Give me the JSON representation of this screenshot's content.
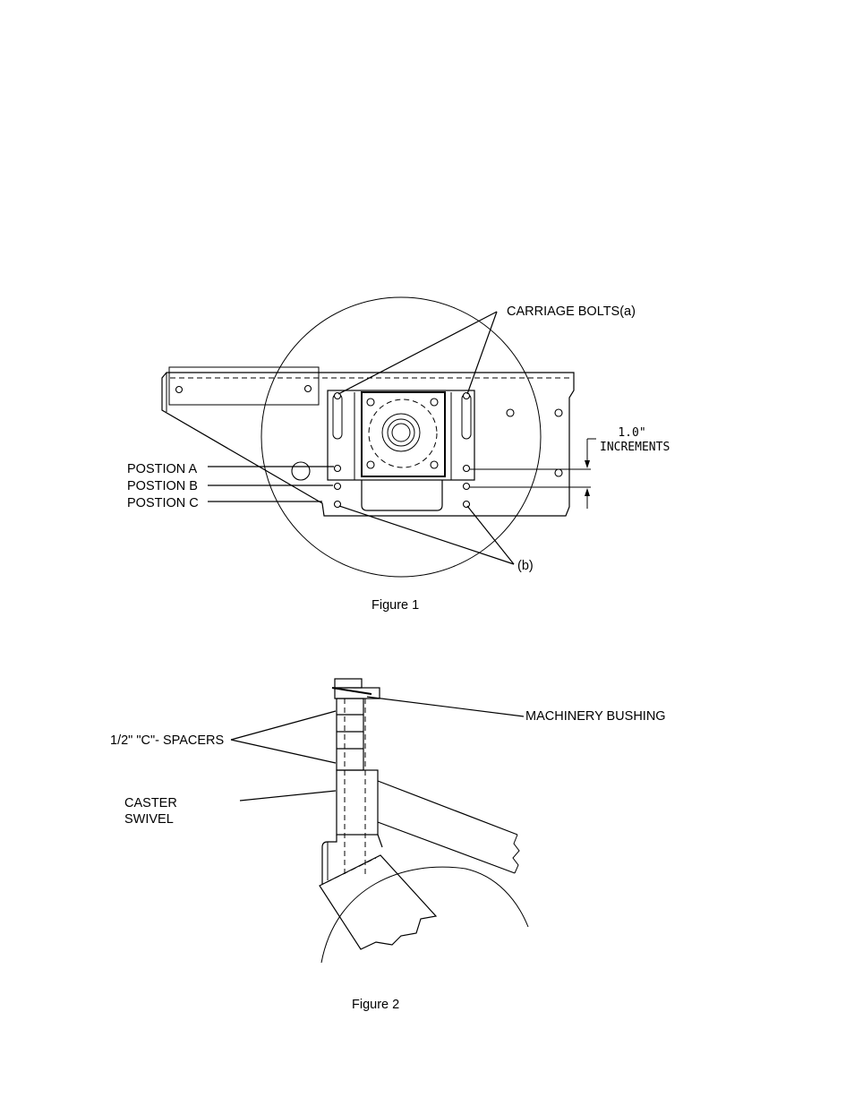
{
  "figure1": {
    "caption": "Figure 1",
    "labels": {
      "carriage_bolts": "CARRIAGE BOLTS(a)",
      "increments_value": "1.0\"",
      "increments_word": "INCREMENTS",
      "position_a": "POSTION A",
      "position_b": "POSTION B",
      "position_c": "POSTION C",
      "b": "(b)"
    }
  },
  "figure2": {
    "caption": "Figure 2",
    "labels": {
      "machinery_bushing": "MACHINERY BUSHING",
      "c_spacers": "1/2\" \"C\"- SPACERS",
      "caster_line1": "CASTER",
      "caster_line2": "SWIVEL"
    }
  }
}
